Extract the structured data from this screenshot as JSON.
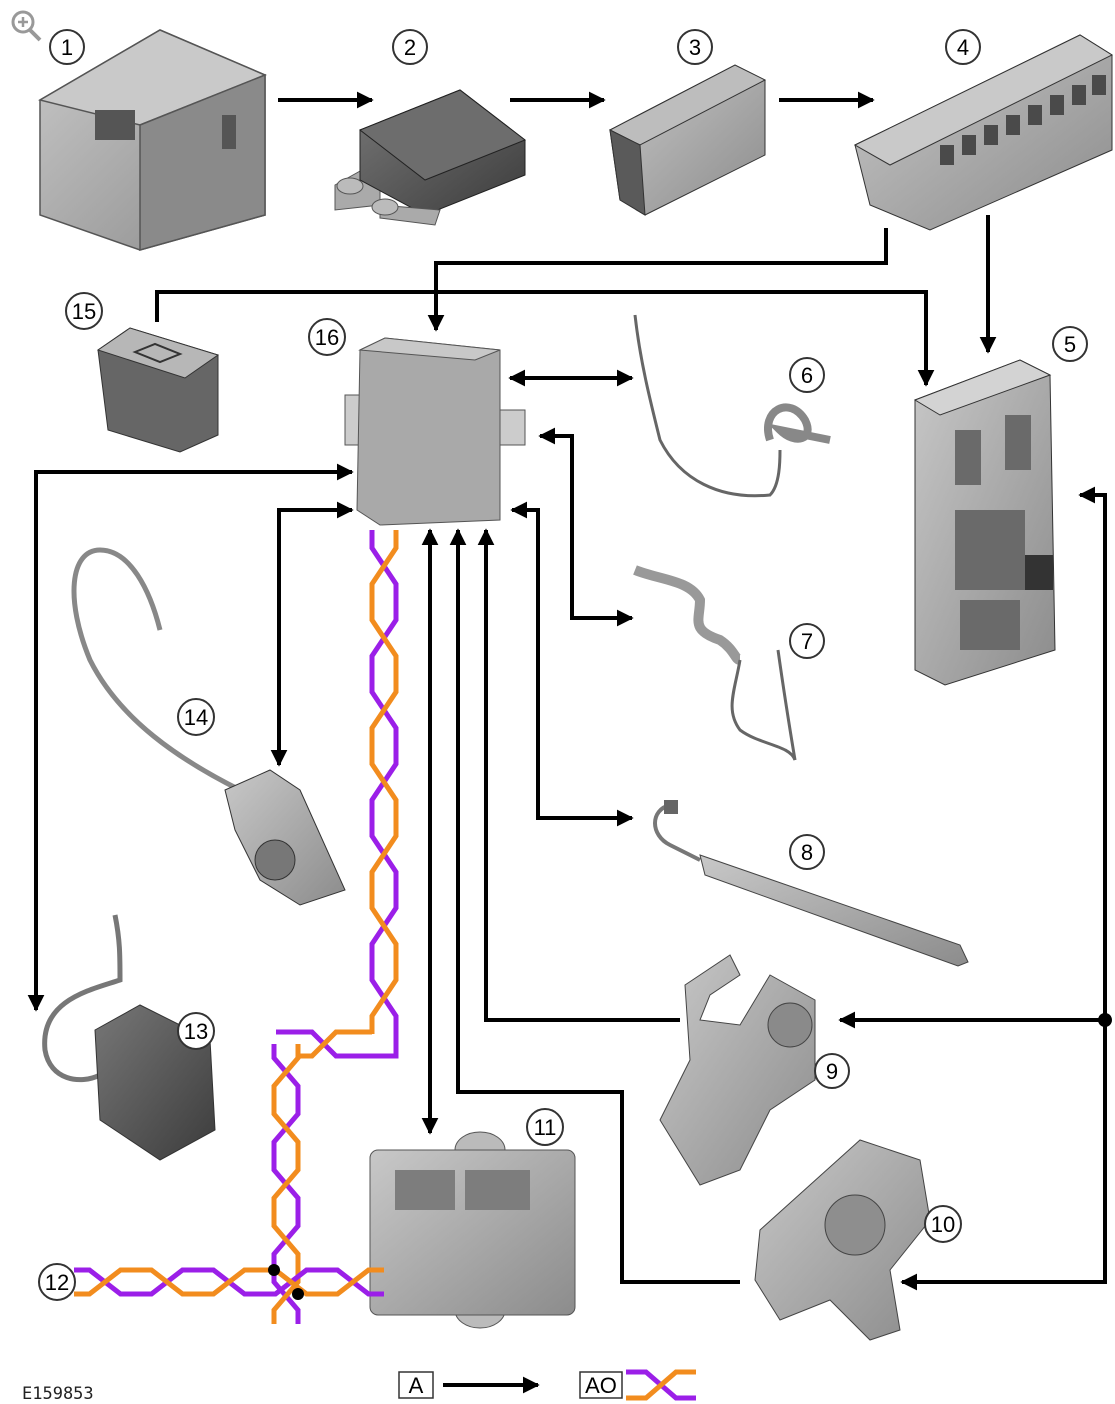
{
  "figure_id": "E159853",
  "callouts": {
    "c1": "1",
    "c2": "2",
    "c3": "3",
    "c4": "4",
    "c5": "5",
    "c6": "6",
    "c7": "7",
    "c8": "8",
    "c9": "9",
    "c10": "10",
    "c11": "11",
    "c12": "12",
    "c13": "13",
    "c14": "14",
    "c15": "15",
    "c16": "16"
  },
  "legend": {
    "a_label": "A",
    "ao_label": "AO"
  },
  "colors": {
    "bus_purple": "#9b1fe8",
    "bus_orange": "#f28c1e",
    "line": "#000000",
    "part_fill": "#9a9a9a",
    "part_dark": "#5f5f5f"
  },
  "icons": {
    "zoom": "zoom-in-icon"
  }
}
